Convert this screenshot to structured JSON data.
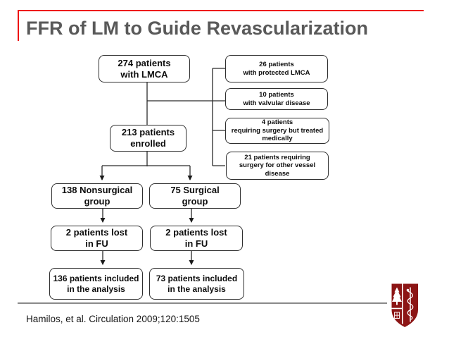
{
  "slide": {
    "title": "FFR of LM to Guide Revascularization",
    "citation": "Hamilos, et al. Circulation 2009;120:1505"
  },
  "colors": {
    "accent_red": "#ee0e0e",
    "title_gray": "#595959",
    "divider_gray": "#8a8a8a",
    "shield_maroon": "#8c1515",
    "flow_line": "#2a2a2a"
  },
  "flowchart": {
    "boxes": {
      "b274": [
        "274 patients",
        "with LMCA"
      ],
      "b26": [
        "26 patients",
        "with protected LMCA"
      ],
      "b10": [
        "10 patients",
        "with valvular disease"
      ],
      "b4": [
        "4 patients",
        "requiring surgery but treated",
        "medically"
      ],
      "b21": [
        "21 patients requiring",
        "surgery for other vessel",
        "disease"
      ],
      "b213": [
        "213 patients",
        "enrolled"
      ],
      "b138": [
        "138 Nonsurgical",
        "group"
      ],
      "b75": [
        "75 Surgical",
        "group"
      ],
      "b2a": [
        "2 patients lost",
        "in FU"
      ],
      "b2b": [
        "2 patients lost",
        "in FU"
      ],
      "b136": [
        "136 patients included",
        "in the analysis"
      ],
      "b73": [
        "73 patients included",
        "in the analysis"
      ]
    }
  },
  "logo": {
    "name": "stanford-medicine-shield"
  }
}
